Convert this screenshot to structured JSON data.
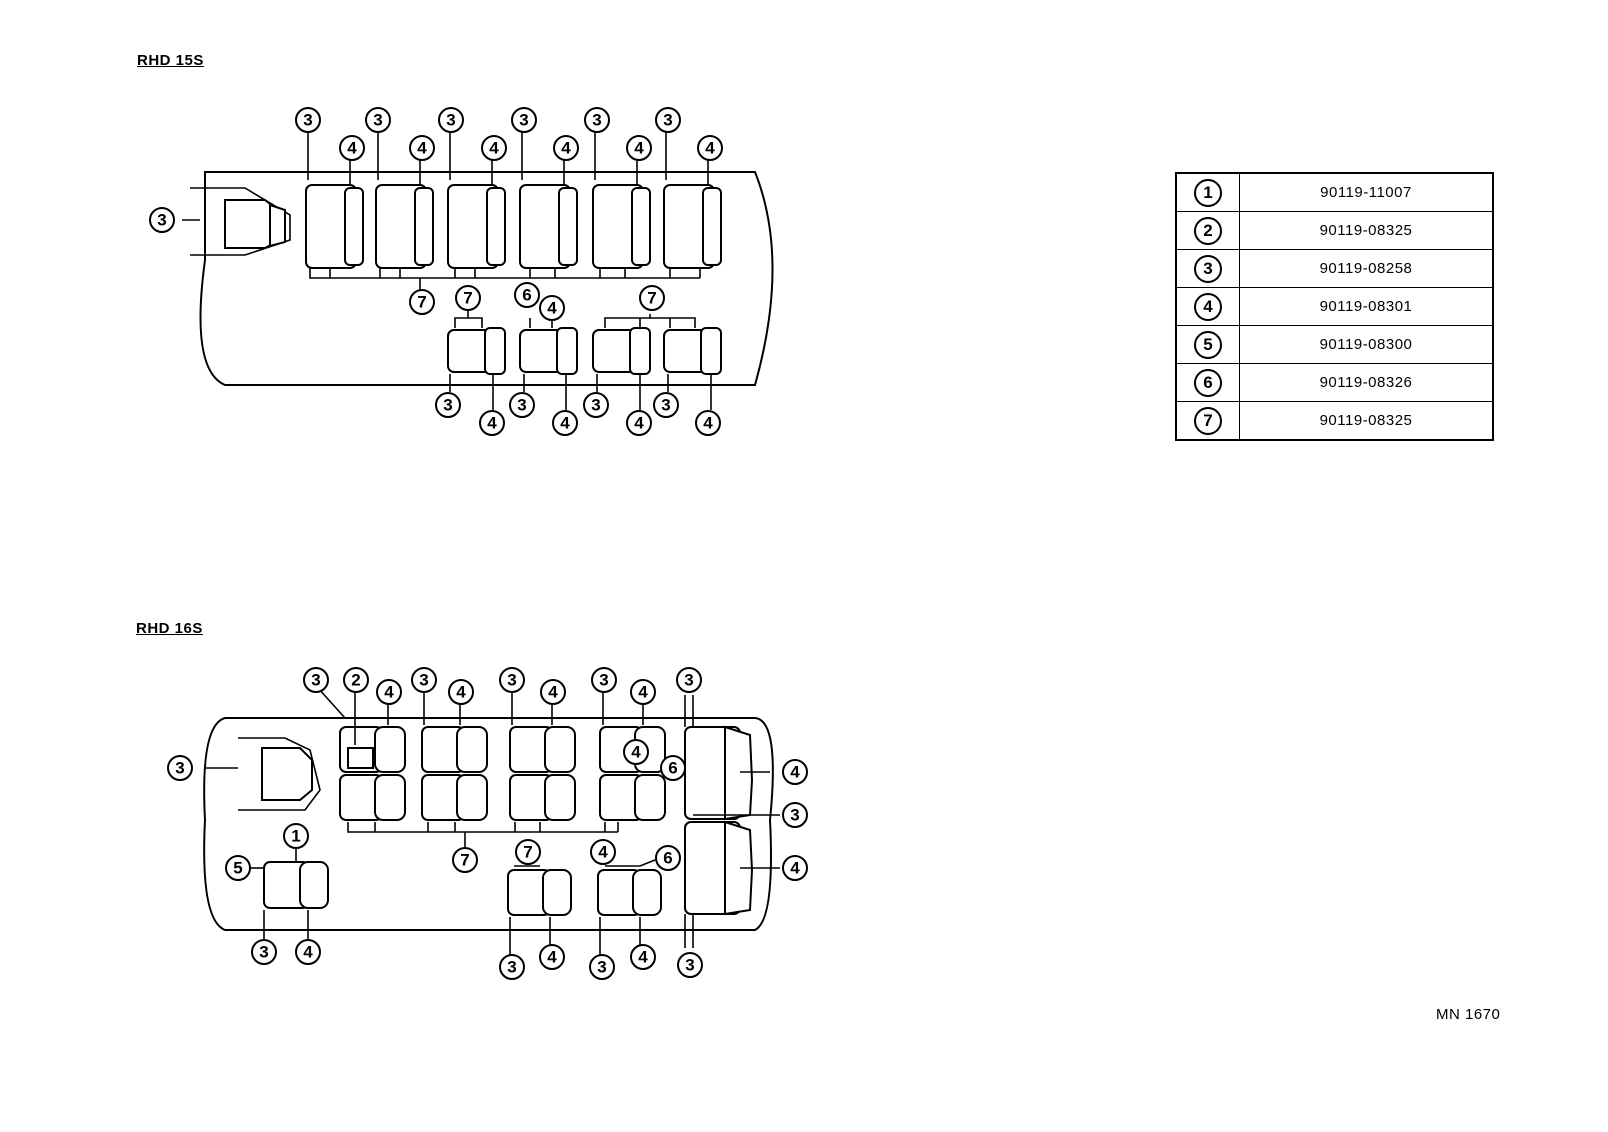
{
  "sections": {
    "rhd15": {
      "title": "RHD 15S"
    },
    "rhd16": {
      "title": "RHD 16S"
    }
  },
  "parts": [
    {
      "num": "1",
      "part_no": "90119-11007"
    },
    {
      "num": "2",
      "part_no": "90119-08325"
    },
    {
      "num": "3",
      "part_no": "90119-08258"
    },
    {
      "num": "4",
      "part_no": "90119-08301"
    },
    {
      "num": "5",
      "part_no": "90119-08300"
    },
    {
      "num": "6",
      "part_no": "90119-08326"
    },
    {
      "num": "7",
      "part_no": "90119-08325"
    }
  ],
  "reference_code": "MN 1670"
}
